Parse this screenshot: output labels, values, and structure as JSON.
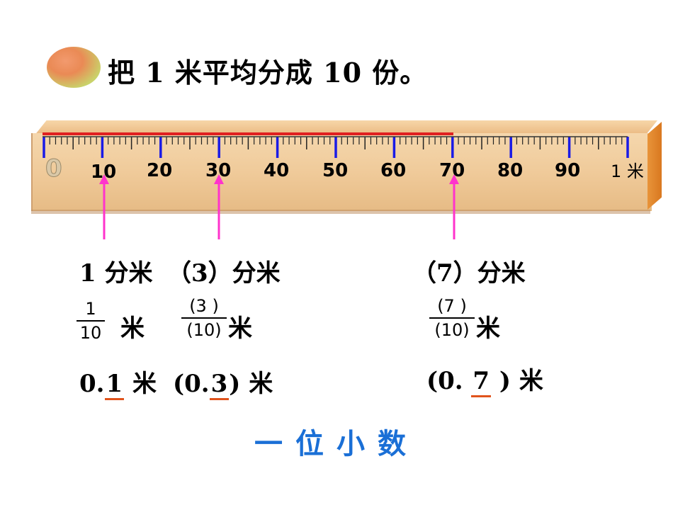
{
  "title": "把 1 米平均分成 10 份。",
  "ruler": {
    "zero": "0",
    "labels": [
      "10",
      "20",
      "30",
      "40",
      "50",
      "60",
      "70",
      "80",
      "90"
    ],
    "end_label": "1 米",
    "highlight_to": "70",
    "colors": {
      "tick": "#1a1ae6",
      "highlight": "#e02020",
      "arrow": "#ff33cc"
    }
  },
  "rows": {
    "name_row": [
      "1 分米",
      "（3）分米",
      "（7）分米"
    ],
    "fractions": [
      {
        "num": "1",
        "den": "10",
        "unit": "米"
      },
      {
        "num": "(3 )",
        "den": "(10)",
        "unit": "米"
      },
      {
        "num": "(7 )",
        "den": "(10)",
        "unit": "米"
      }
    ],
    "decimals": [
      {
        "prefix": "0.",
        "digit": "1",
        "suffix": " 米"
      },
      {
        "prefix": "(0.",
        "digit": "3",
        "suffix": ") 米"
      },
      {
        "prefix": "(0. ",
        "digit": "7",
        "suffix": " ) 米"
      }
    ]
  },
  "footer": "一位小数"
}
